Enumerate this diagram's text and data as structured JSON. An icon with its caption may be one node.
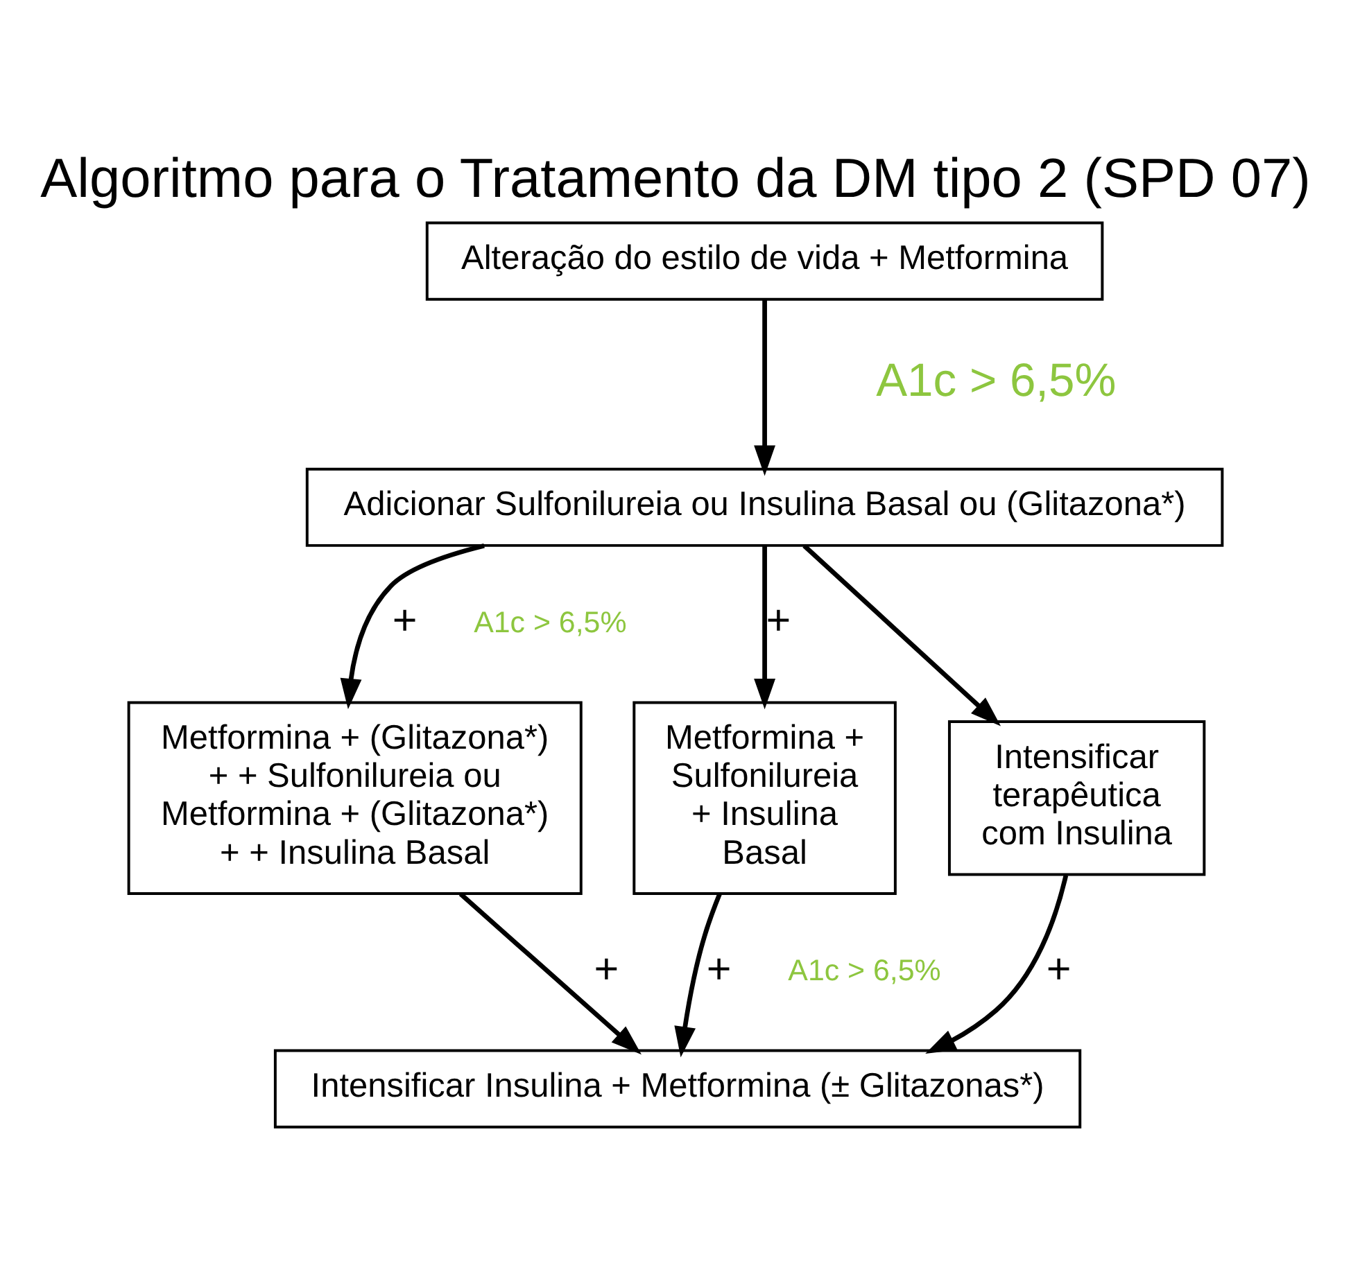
{
  "diagram": {
    "title": "Algoritmo para o Tratamento da DM tipo 2 (SPD 07)",
    "nodes": [
      {
        "text": [
          "Alteração do estilo de vida + Metformina"
        ]
      },
      {
        "text": [
          "Adicionar Sulfonilureia ou Insulina Basal ou (Glitazona*)"
        ]
      },
      {
        "text": [
          "Metformina + Sulfonilureia + Insulina Basal"
        ]
      },
      {
        "text": [
          "Metformina + (Glitazona*) + + Sulfonilureia ou Metformina + (Glitazona*) + + Insulina Basal"
        ]
      },
      {
        "text": [
          "Intensificar terapêutica com Insulina"
        ]
      },
      {
        "text": [
          "Intensificar Insulina + Metformina (± Glitazonas*)"
        ]
      }
    ],
    "edges": [
      {
        "from": 0,
        "to": 1,
        "arrow": "to"
      },
      {
        "from": 1,
        "to": 2,
        "arrow": "to",
        "label": "+"
      },
      {
        "from": 1,
        "to": 3,
        "arrow": "to",
        "label": "+"
      },
      {
        "from": 1,
        "to": 4,
        "arrow": "to"
      },
      {
        "from": 2,
        "to": 5,
        "arrow": "to",
        "label": "+"
      },
      {
        "from": 3,
        "to": 5,
        "arrow": "to",
        "label": "+"
      },
      {
        "from": 4,
        "to": 5,
        "arrow": "to",
        "label": "+"
      }
    ],
    "labels": [
      "A1c > 6,5%",
      "A1c > 6,5%",
      "A1c > 6,5%"
    ]
  }
}
